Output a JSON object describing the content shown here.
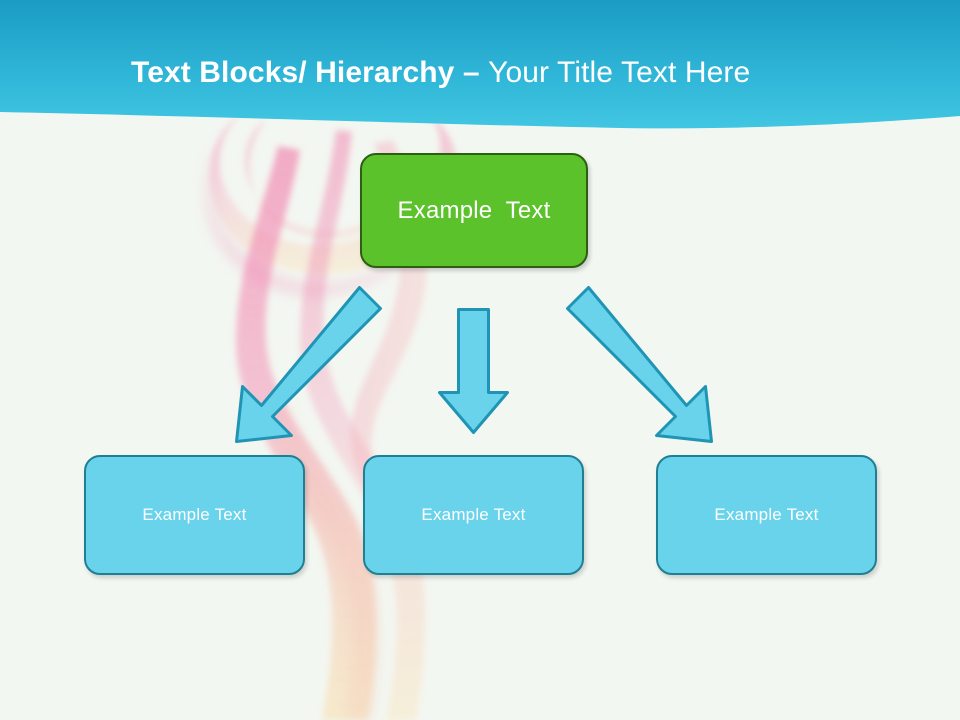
{
  "slide": {
    "background_color": "#f3f7f1",
    "title": {
      "bold_part": "Text Blocks/ Hierarchy – ",
      "light_part": "Your Title Text Here",
      "color": "#ffffff"
    },
    "banner": {
      "gradient_top": "#1a9cc4",
      "gradient_bottom": "#41c6e2"
    }
  },
  "diagram": {
    "type": "hierarchy",
    "root": {
      "label": "Example  Text",
      "fill": "#5cc22c",
      "border": "#2c5e13"
    },
    "children": [
      {
        "label": "Example Text",
        "fill": "#69d3ec",
        "border": "#1f7f93"
      },
      {
        "label": "Example Text",
        "fill": "#69d3ec",
        "border": "#1f7f93"
      },
      {
        "label": "Example Text",
        "fill": "#69d3ec",
        "border": "#1f7f93"
      }
    ],
    "connectors": [
      {
        "name": "arrow-down-left",
        "direction": "down-left",
        "fill": "#69d3ec",
        "stroke": "#1f94b4"
      },
      {
        "name": "arrow-down",
        "direction": "down",
        "fill": "#69d3ec",
        "stroke": "#1f94b4"
      },
      {
        "name": "arrow-down-right",
        "direction": "down-right",
        "fill": "#69d3ec",
        "stroke": "#1f94b4"
      }
    ]
  },
  "decoration": {
    "ribbon_pink": "#f4a8c4",
    "ribbon_peach": "#f7d3a8"
  }
}
